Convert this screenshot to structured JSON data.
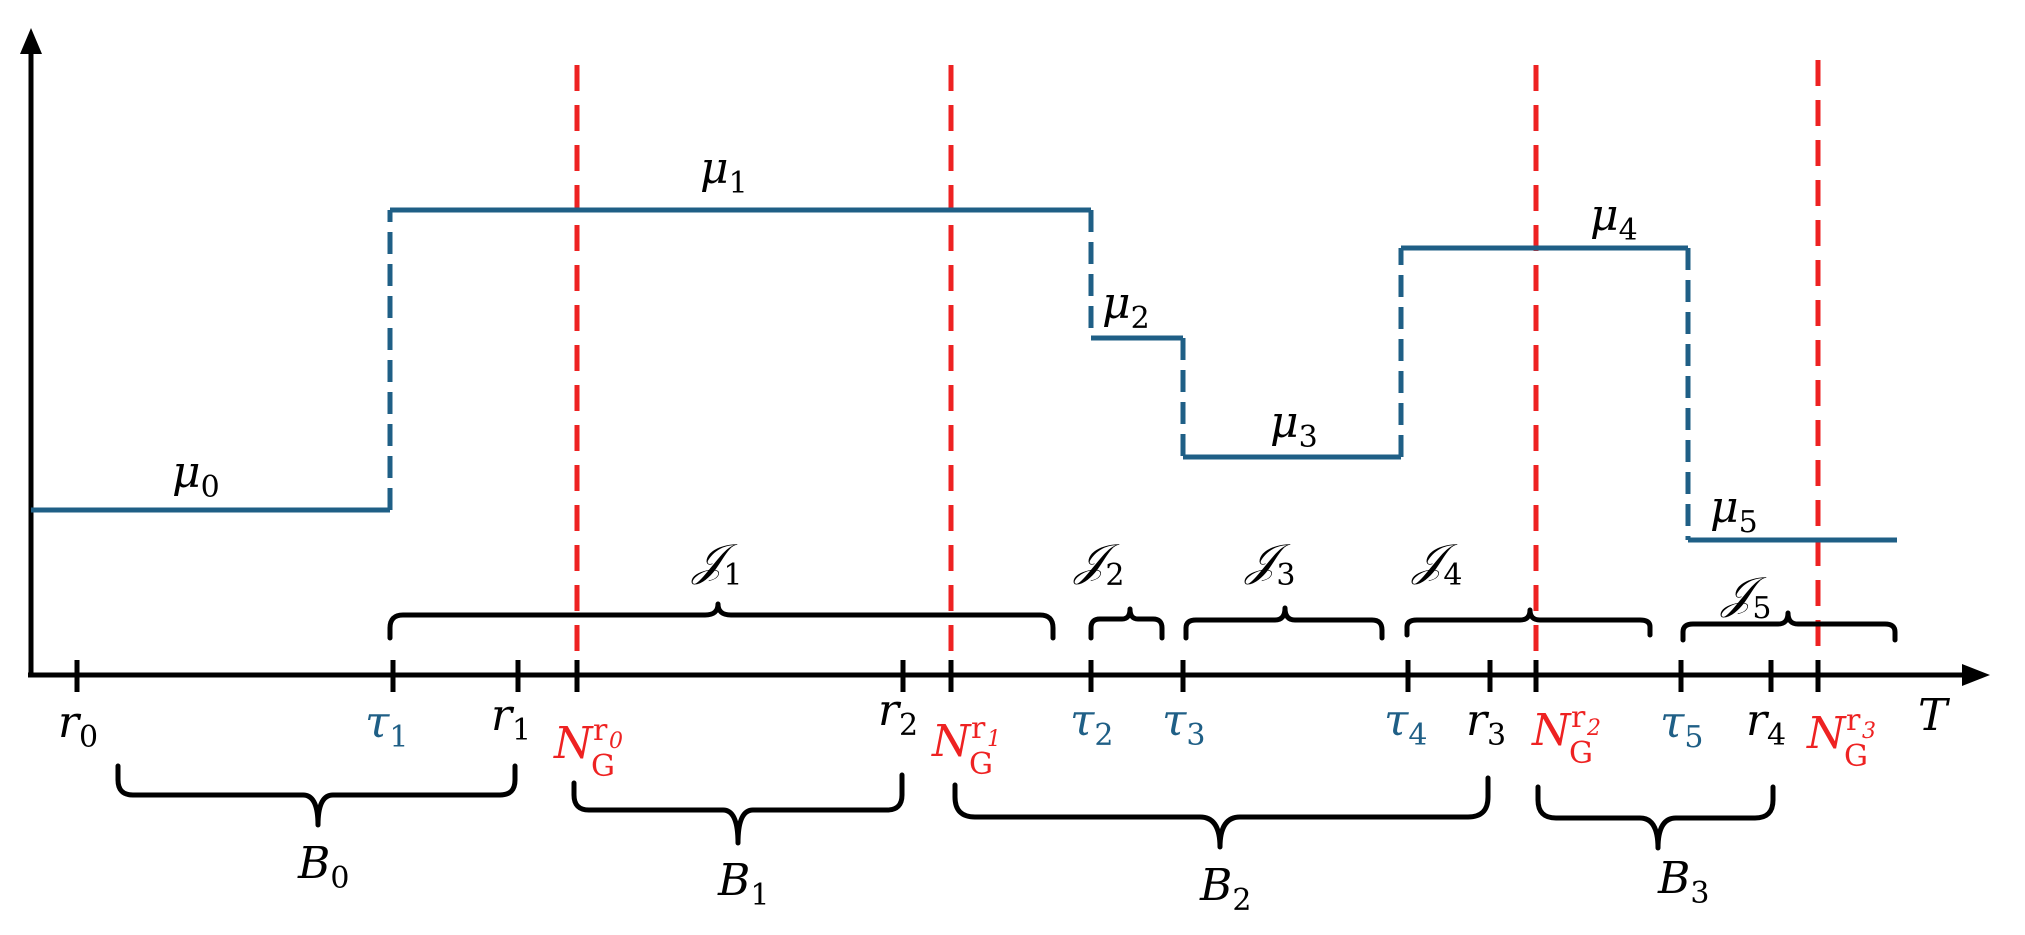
{
  "axis_x_label": "T",
  "mu_labels": [
    {
      "base": "μ",
      "sub": "0"
    },
    {
      "base": "μ",
      "sub": "1"
    },
    {
      "base": "μ",
      "sub": "2"
    },
    {
      "base": "μ",
      "sub": "3"
    },
    {
      "base": "μ",
      "sub": "4"
    },
    {
      "base": "μ",
      "sub": "5"
    }
  ],
  "interval_labels": [
    {
      "base": "𝒥",
      "sub": "1"
    },
    {
      "base": "𝒥",
      "sub": "2"
    },
    {
      "base": "𝒥",
      "sub": "3"
    },
    {
      "base": "𝒥",
      "sub": "4"
    },
    {
      "base": "𝒥",
      "sub": "5"
    }
  ],
  "r_labels": [
    {
      "base": "r",
      "sub": "0"
    },
    {
      "base": "r",
      "sub": "1"
    },
    {
      "base": "r",
      "sub": "2"
    },
    {
      "base": "r",
      "sub": "3"
    },
    {
      "base": "r",
      "sub": "4"
    }
  ],
  "tau_labels": [
    {
      "base": "τ",
      "sub": "1"
    },
    {
      "base": "τ",
      "sub": "2"
    },
    {
      "base": "τ",
      "sub": "3"
    },
    {
      "base": "τ",
      "sub": "4"
    },
    {
      "base": "τ",
      "sub": "5"
    }
  ],
  "n_labels": [
    {
      "base": "N",
      "sub": "G",
      "sup": "r",
      "supsub": "0"
    },
    {
      "base": "N",
      "sub": "G",
      "sup": "r",
      "supsub": "1"
    },
    {
      "base": "N",
      "sub": "G",
      "sup": "r",
      "supsub": "2"
    },
    {
      "base": "N",
      "sub": "G",
      "sup": "r",
      "supsub": "3"
    }
  ],
  "b_labels": [
    {
      "base": "B",
      "sub": "0"
    },
    {
      "base": "B",
      "sub": "1"
    },
    {
      "base": "B",
      "sub": "2"
    },
    {
      "base": "B",
      "sub": "3"
    }
  ],
  "colors": {
    "step": "#1f5f86",
    "red": "#ee2222",
    "axis": "#000000"
  }
}
